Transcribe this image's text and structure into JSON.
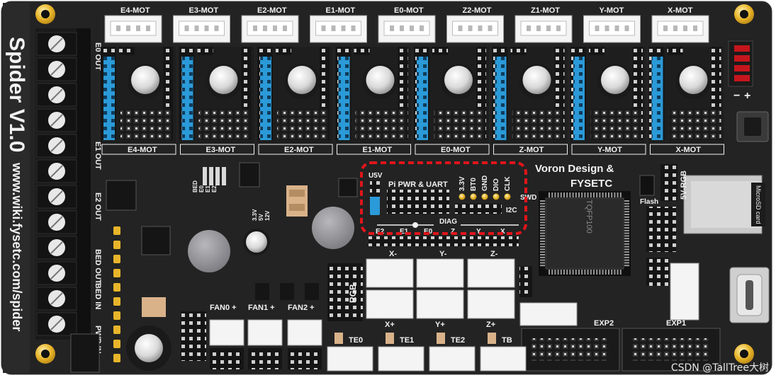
{
  "board": {
    "name": "Spider V1.0",
    "url": "www.wiki.fysetc.com/spider",
    "brand_line1": "Voron Design &",
    "brand_line2": "FYSETC",
    "mcu": "TQFP100",
    "sd_label": "MicroSD card"
  },
  "motors_top": [
    "E4-MOT",
    "E3-MOT",
    "E2-MOT",
    "E1-MOT",
    "E0-MOT",
    "Z2-MOT",
    "Z1-MOT",
    "Y-MOT",
    "X-MOT"
  ],
  "motors_bottom": [
    "E4-MOT",
    "E3-MOT",
    "E2-MOT",
    "E1-MOT",
    "E0-MOT",
    "Z-MOT",
    "Y-MOT",
    "X-MOT"
  ],
  "left_labels": [
    "E0 OUT",
    "E1 OUT",
    "E2 OUT",
    "BED OUT",
    "BED IN",
    "PWR IN"
  ],
  "header_labels": {
    "u5v": "U5V",
    "pi": "Pi PWR & UART",
    "swd_pins": [
      "3.3V",
      "BT0",
      "GND",
      "DIO",
      "CLK"
    ],
    "swd": "SWD",
    "i2c": "I2C",
    "diag": "DIAG",
    "diag_pins": [
      "E2",
      "E1",
      "E0",
      "Z",
      "Y",
      "X"
    ]
  },
  "endstops": {
    "top": [
      "X-",
      "Y-",
      "Z-"
    ],
    "bottom": [
      "X+",
      "Y+",
      "Z+"
    ]
  },
  "fans": [
    "FAN0 +",
    "FAN1 +",
    "FAN2 +"
  ],
  "thermistors": [
    "TE0",
    "TE1",
    "TE2",
    "TB"
  ],
  "rgb": "RGB",
  "rgb5v": "5V-RGB",
  "flash": "Flash",
  "exp": [
    "EXP2",
    "EXP1"
  ],
  "led_labels": [
    "BED",
    "E0",
    "E1",
    "E2"
  ],
  "volt_labels": [
    "3.3V",
    "5V",
    "12V"
  ],
  "polarity": [
    "−",
    "+"
  ],
  "watermark": "CSDN @TallTree大树",
  "colors": {
    "pcb": "#232323",
    "silk": "#f2f2f2",
    "highlight": "#e0151b",
    "driver_header": "#2b9ad8",
    "gold": "#e8b52a"
  }
}
